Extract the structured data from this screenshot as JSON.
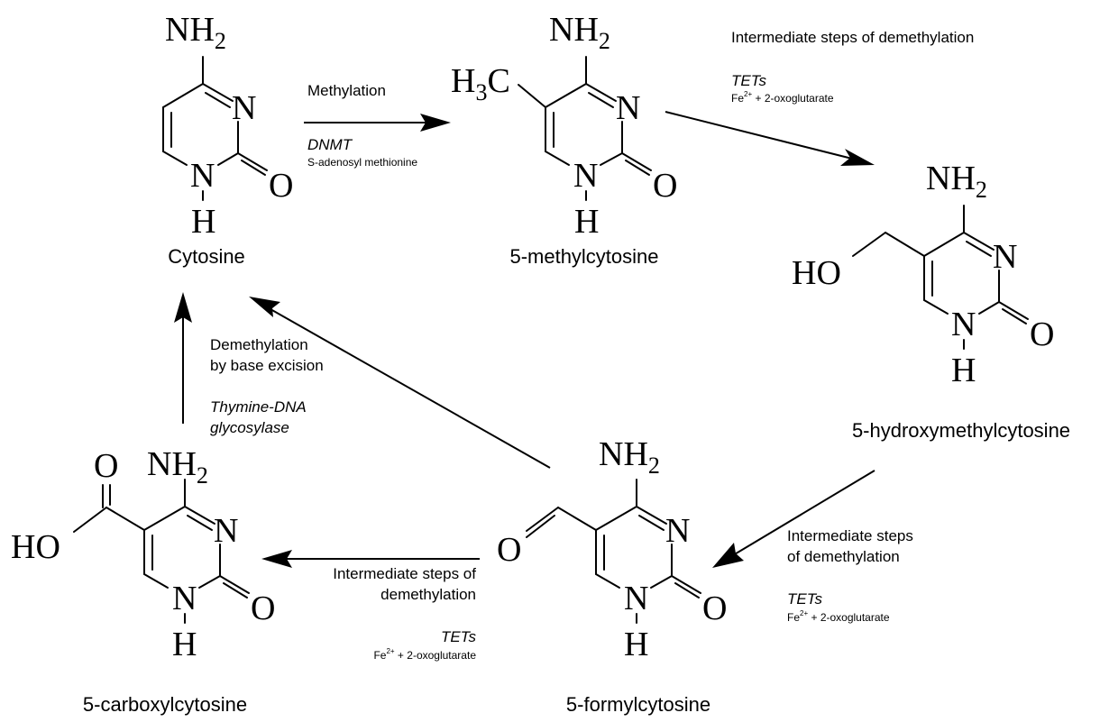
{
  "molecules": {
    "cytosine": {
      "name": "Cytosine",
      "atoms": {
        "amine": "NH",
        "amine_sub": "2",
        "n3": "N",
        "n1": "N",
        "o2": "O",
        "h1": "H"
      }
    },
    "methylcytosine": {
      "name": "5-methylcytosine",
      "atoms": {
        "amine": "NH",
        "amine_sub": "2",
        "n3": "N",
        "n1": "N",
        "o2": "O",
        "h1": "H",
        "methyl_h": "H",
        "methyl_sub": "3",
        "methyl_c": "C"
      }
    },
    "hydroxymethylcytosine": {
      "name": "5-hydroxymethylcytosine",
      "atoms": {
        "amine": "NH",
        "amine_sub": "2",
        "n3": "N",
        "n1": "N",
        "o2": "O",
        "h1": "H",
        "hydroxyl": "HO"
      }
    },
    "formylcytosine": {
      "name": "5-formylcytosine",
      "atoms": {
        "amine": "NH",
        "amine_sub": "2",
        "n3": "N",
        "n1": "N",
        "o2": "O",
        "h1": "H",
        "formyl_o": "O"
      }
    },
    "carboxylcytosine": {
      "name": "5-carboxylcytosine",
      "atoms": {
        "amine": "NH",
        "amine_sub": "2",
        "n3": "N",
        "n1": "N",
        "o2": "O",
        "h1": "H",
        "carboxyl_o": "O",
        "carboxyl_oh": "HO"
      }
    }
  },
  "steps": {
    "methylation": {
      "label": "Methylation",
      "enzyme": "DNMT",
      "cofactor": "S-adenosyl methionine"
    },
    "to_hydroxymethyl": {
      "label": "Intermediate steps of demethylation",
      "enzyme": "TETs",
      "cofactor_pre": "Fe",
      "cofactor_sup": "2+",
      "cofactor_post": " + 2-oxoglutarate"
    },
    "to_formyl": {
      "label_line1": "Intermediate steps",
      "label_line2": "of demethylation",
      "enzyme": "TETs",
      "cofactor_pre": "Fe",
      "cofactor_sup": "2+",
      "cofactor_post": " + 2-oxoglutarate"
    },
    "to_carboxyl": {
      "label_line1": "Intermediate steps of",
      "label_line2": "demethylation",
      "enzyme": "TETs",
      "cofactor_pre": "Fe",
      "cofactor_sup": "2+",
      "cofactor_post": " + 2-oxoglutarate"
    },
    "base_excision": {
      "label_line1": "Demethylation",
      "label_line2": "by base excision",
      "enzyme_line1": "Thymine-DNA",
      "enzyme_line2": "glycosylase"
    }
  }
}
